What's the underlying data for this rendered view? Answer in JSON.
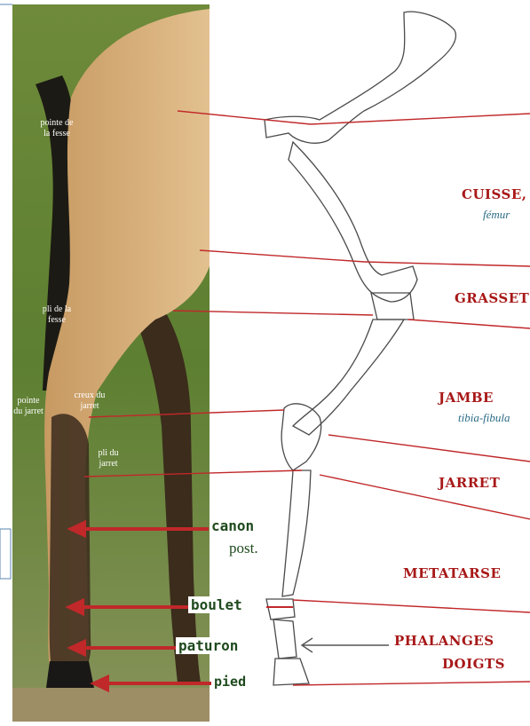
{
  "photo_labels": {
    "pointe_fesse": "pointe de\nla fesse",
    "pli_fesse": "pli de la\nfesse",
    "pointe_jarret": "pointe\ndu jarret",
    "creux_jarret": "creux du\njarret",
    "pli_jarret": "pli du\njarret"
  },
  "bones": {
    "cuisse": "CUISSE,",
    "femur": "fémur",
    "grasset": "GRASSET",
    "jambe": "JAMBE",
    "tibia": "tibia-fibula",
    "jarret": "JARRET",
    "metatarse": "METATARSE",
    "phalanges": "PHALANGES",
    "doigts": "DOIGTS"
  },
  "parts": {
    "canon": "canon",
    "canon_sub": "post.",
    "boulet": "boulet",
    "paturon": "paturon",
    "pied": "pied"
  },
  "colors": {
    "leader_line": "#c0282a",
    "bone_label": "#a81818",
    "latin_label": "#2b6c86",
    "part_label": "#1f4a1e",
    "horse_coat": "#d4aa74"
  }
}
